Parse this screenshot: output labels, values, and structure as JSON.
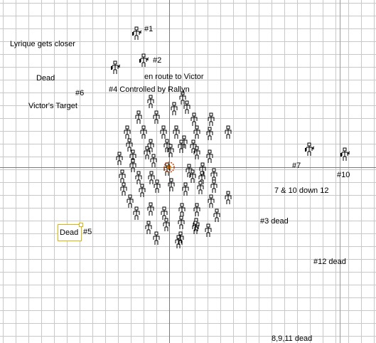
{
  "labels": {
    "n1": "#1",
    "n2": "#2",
    "lyrique": "Lyrique gets closer",
    "dead_top": "Dead",
    "enroute": "en route to Victor",
    "n6": "#6",
    "n4": "#4 Controlled by Rallyn",
    "victors_target": "Victor's Target",
    "n7": "#7",
    "n10": "#10",
    "down12": "7 & 10 down 12",
    "n5": "#5",
    "dead_box": "Dead",
    "n3dead": "#3 dead",
    "n12dead": "#12 dead",
    "n8911dead": "8,9,11 dead"
  },
  "colors": {
    "grid": "#c8c8c8",
    "axis": "#7a7a7a",
    "selection": "#e0b400",
    "victor_ring": "#d04000"
  },
  "icons": {
    "soldier": "armed-figure-icon",
    "civilian": "standing-figure-icon",
    "center": "victor-marker-icon"
  }
}
